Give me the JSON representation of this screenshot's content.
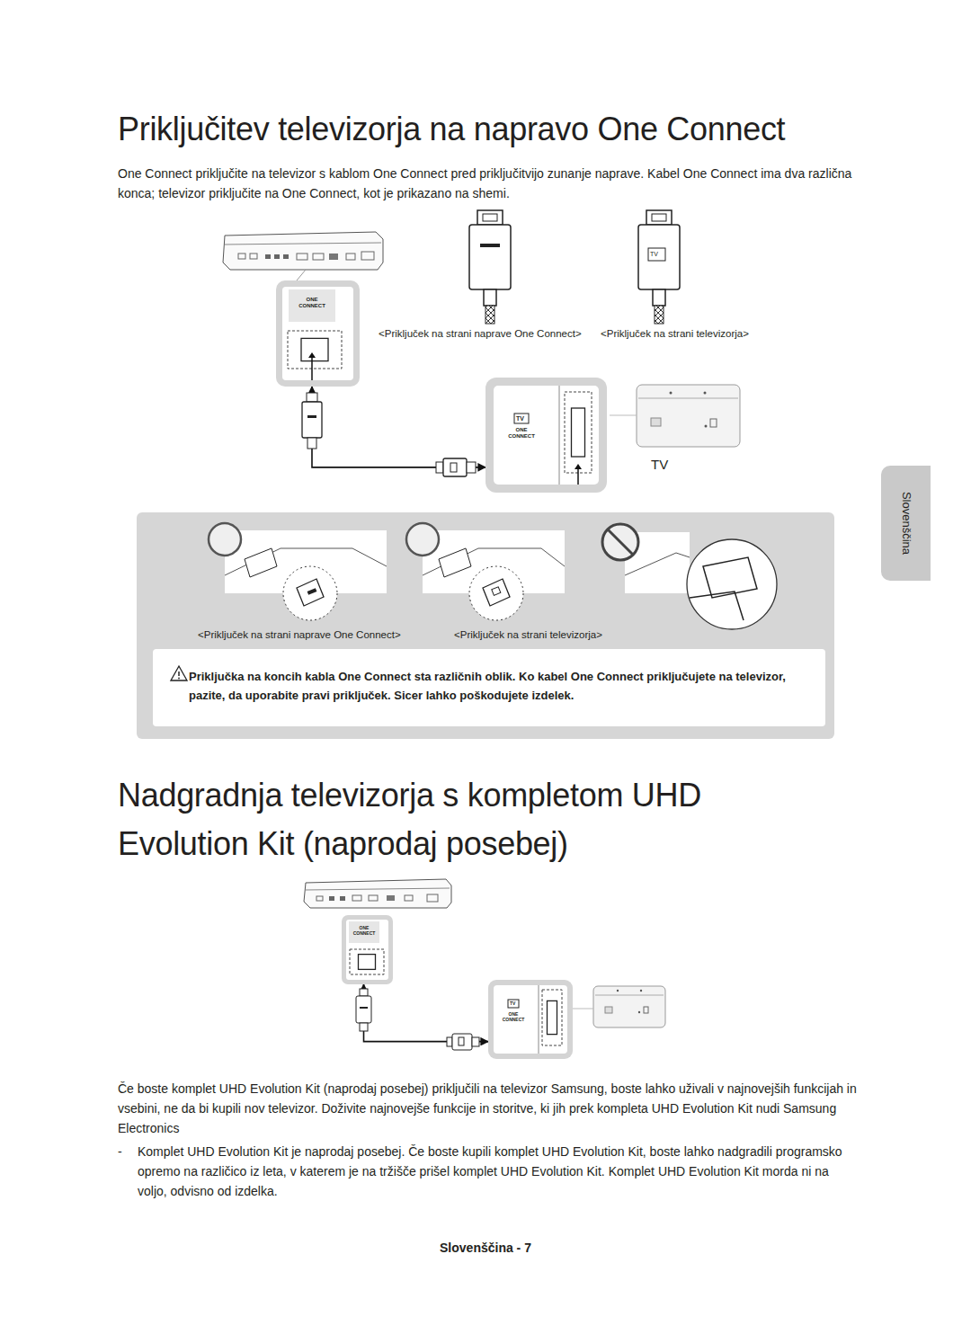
{
  "diagram": {
    "title": "Priključitev televizorja na napravo One Connect",
    "nodes": [
      {
        "text": [
          "ONE CONNECT"
        ]
      },
      {
        "text": [
          "TV",
          "ONE CONNECT"
        ]
      },
      {
        "text": [
          "<Priključek na strani naprave One Connect>",
          "<Priključek na strani televizorja>"
        ]
      },
      {
        "text": [
          "Priključka na koncih kabla One Connect sta različnih oblik. Ko kabel One Connect priključujete na televizor, pazite, da uporabite pravi priključek. Sicer lahko poškodujete izdelek."
        ],
        "in": 2
      },
      {
        "text": [
          "ONE CONNECT"
        ]
      },
      {
        "text": [
          "TV",
          "ONE CONNECT"
        ]
      },
      {
        "text": [
          "Slovenščina"
        ]
      }
    ],
    "edges": [
      {
        "from": 0,
        "to": 1,
        "arrow": "both"
      },
      {
        "from": 4,
        "to": 5,
        "arrow": "both"
      }
    ],
    "labels": [
      "One Connect priključite na televizor s kablom One Connect pred priključitvijo zunanje naprave. Kabel One Connect ima dva različna konca; televizor priključite na One Connect, kot je prikazano na shemi.",
      "TV",
      "<Priključek na strani naprave One Connect>",
      "<Priključek na strani televizorja>",
      "TV",
      "Nadgradnja televizorja s kompletom UHD Evolution Kit (naprodaj posebej)",
      "Če boste komplet UHD Evolution Kit (naprodaj posebej) priključili na televizor Samsung, boste lahko uživali v najnovejših funkcijah in vsebini, ne da bi kupili nov televizor. Doživite najnovejše funkcije in storitve, ki jih prek kompleta UHD Evolution Kit nudi Samsung Electronics",
      "-",
      "Komplet UHD Evolution Kit je naprodaj posebej. Če boste kupili komplet UHD Evolution Kit, boste lahko nadgradili programsko opremo na različico iz leta, v katerem je na tržišče prišel komplet UHD Evolution Kit. Komplet UHD Evolution Kit morda ni na voljo, odvisno od izdelka.",
      "Slovenščina - 7"
    ]
  }
}
